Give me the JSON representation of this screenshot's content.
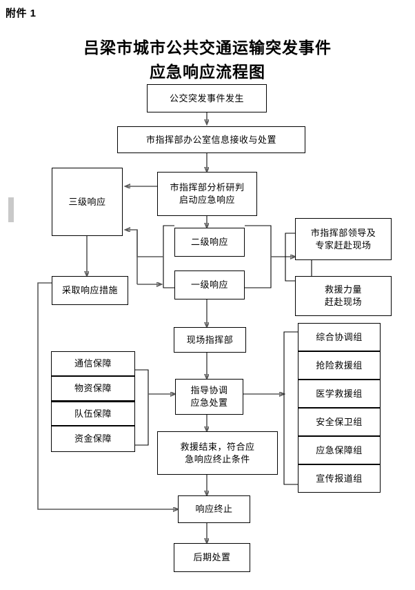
{
  "document": {
    "attachment_label": "附件 1",
    "title_line1": "吕梁市城市公共交通运输突发事件",
    "title_line2": "应急响应流程图"
  },
  "colors": {
    "page_background": "#ffffff",
    "box_border": "#000000",
    "connector": "#595959",
    "text": "#000000",
    "gray_mark": "#c9c9c9"
  },
  "flowchart": {
    "type": "flowchart",
    "orientation": "top-to-bottom",
    "nodes": [
      {
        "id": "n1",
        "label": "公交突发事件发生"
      },
      {
        "id": "n2",
        "label": "市指挥部办公室信息接收与处置"
      },
      {
        "id": "n3",
        "label": "市指挥部分析研判\n启动应急响应"
      },
      {
        "id": "n4",
        "label": "三级响应"
      },
      {
        "id": "n5",
        "label": "二级响应"
      },
      {
        "id": "n6",
        "label": "一级响应"
      },
      {
        "id": "n7",
        "label": "市指挥部领导及\n专家赶赴现场"
      },
      {
        "id": "n8",
        "label": "救援力量\n赶赴现场"
      },
      {
        "id": "n9",
        "label": "采取响应措施"
      },
      {
        "id": "n10",
        "label": "现场指挥部"
      },
      {
        "id": "n11",
        "label": "指导协调\n应急处置"
      },
      {
        "id": "n12",
        "label": "救援结束，符合应\n急响应终止条件"
      },
      {
        "id": "n13",
        "label": "响应终止"
      },
      {
        "id": "n14",
        "label": "后期处置"
      }
    ],
    "support_measures": [
      {
        "id": "s1",
        "label": "通信保障"
      },
      {
        "id": "s2",
        "label": "物资保障"
      },
      {
        "id": "s3",
        "label": "队伍保障"
      },
      {
        "id": "s4",
        "label": "资金保障"
      }
    ],
    "working_groups": [
      {
        "id": "g1",
        "label": "综合协调组"
      },
      {
        "id": "g2",
        "label": "抢险救援组"
      },
      {
        "id": "g3",
        "label": "医学救援组"
      },
      {
        "id": "g4",
        "label": "安全保卫组"
      },
      {
        "id": "g5",
        "label": "应急保障组"
      },
      {
        "id": "g6",
        "label": "宣传报道组"
      }
    ],
    "edges": [
      {
        "from": "n1",
        "to": "n2",
        "arrow": true
      },
      {
        "from": "n2",
        "to": "n3",
        "arrow": true
      },
      {
        "from": "n3",
        "to": "n4",
        "arrow": true
      },
      {
        "from": "n3",
        "to": "n5",
        "arrow": true
      },
      {
        "from": "n5",
        "to": "n6",
        "arrow": false
      },
      {
        "from": "n5",
        "to": "n4",
        "arrow": true
      },
      {
        "from": "n6",
        "to": "n4",
        "arrow": true
      },
      {
        "from": "n5",
        "to": "n7",
        "arrow": true
      },
      {
        "from": "n7",
        "to": "n8",
        "arrow": false
      },
      {
        "from": "n4",
        "to": "n9",
        "arrow": true
      },
      {
        "from": "n6",
        "to": "n10",
        "arrow": true
      },
      {
        "from": "n10",
        "to": "n11",
        "arrow": true
      },
      {
        "from": "support-group",
        "to": "n11",
        "arrow": true
      },
      {
        "from": "n11",
        "to": "working-groups",
        "arrow": true
      },
      {
        "from": "n11",
        "to": "n12",
        "arrow": true
      },
      {
        "from": "n12",
        "to": "n13",
        "arrow": true
      },
      {
        "from": "n9",
        "to": "n13",
        "arrow": true
      },
      {
        "from": "n13",
        "to": "n14",
        "arrow": true
      }
    ]
  }
}
